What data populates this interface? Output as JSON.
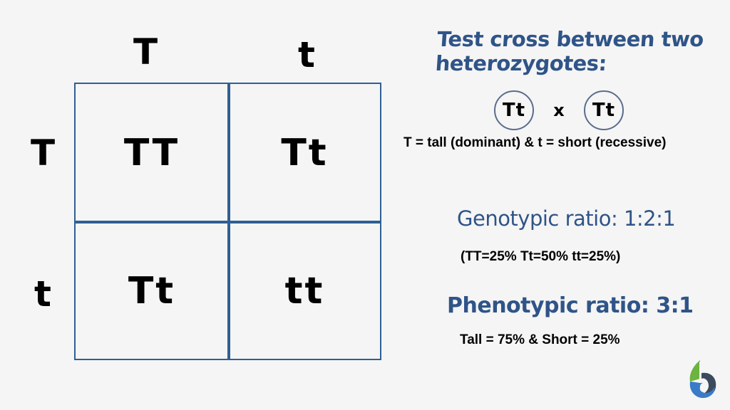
{
  "punnett_square": {
    "column_alleles": [
      "T",
      "t"
    ],
    "row_alleles": [
      "T",
      "t"
    ],
    "cells": [
      [
        "TT",
        "Tt"
      ],
      [
        "Tt",
        "tt"
      ]
    ],
    "border_color": "#2f5f94"
  },
  "info": {
    "title_line1": "Test cross between two",
    "title_line2": "heterozygotes:",
    "cross": {
      "parent1": "Tt",
      "operator": "x",
      "parent2": "Tt"
    },
    "legend": "T = tall (dominant) & t = short (recessive)",
    "genotypic": {
      "title": "Genotypic ratio: 1:2:1",
      "values": "(TT=25% Tt=50% tt=25%)"
    },
    "phenotypic": {
      "title": "Phenotypic ratio: 3:1",
      "values": "Tall = 75% & Short = 25%"
    },
    "heading_color": "#2f5488"
  },
  "logo": {
    "icon": "b-leaf-logo-icon",
    "colors": [
      "#6cb33f",
      "#3a7bc8",
      "#3b4a5c"
    ]
  }
}
